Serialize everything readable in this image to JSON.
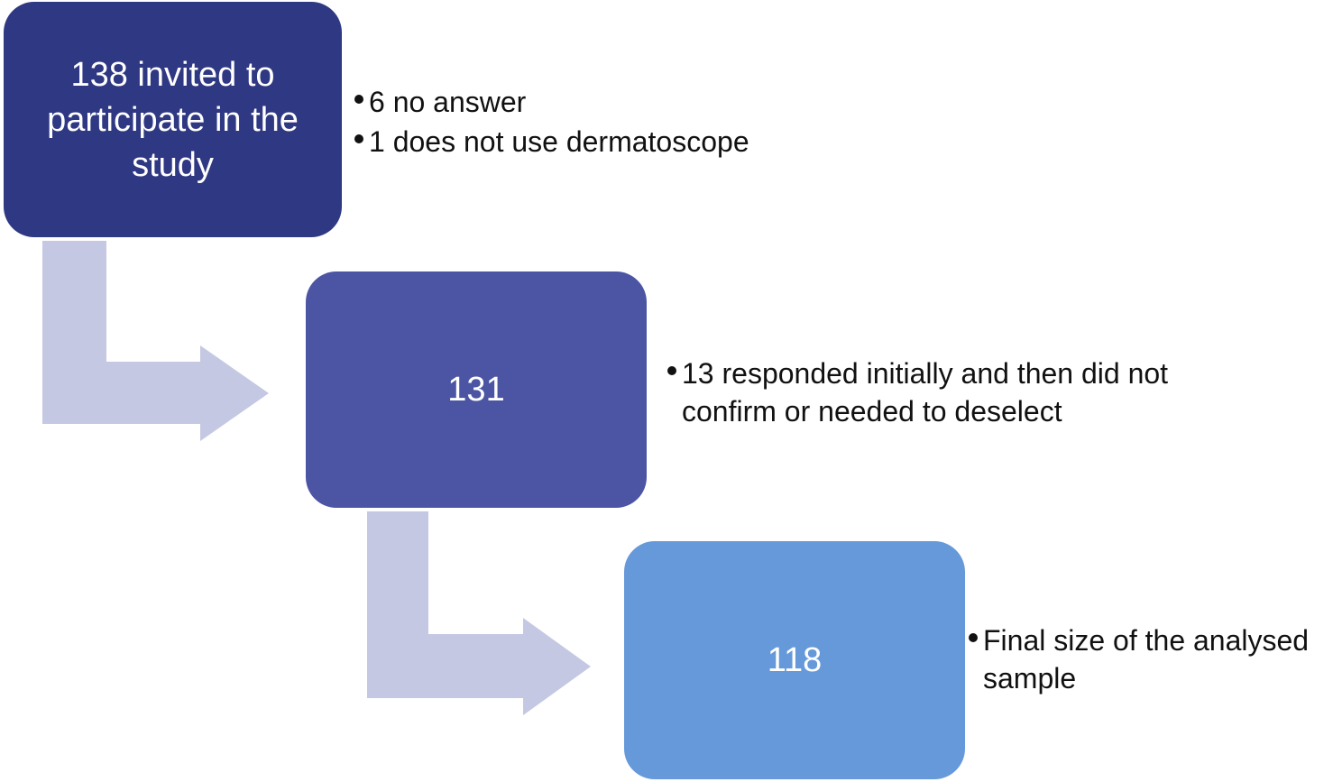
{
  "steps": [
    {
      "count_label": "138 invited to participate in the study",
      "notes": [
        "6 no answer",
        "1 does not use dermatoscope"
      ]
    },
    {
      "count_label": "131",
      "notes": [
        "13 responded initially and then did not confirm or needed to deselect"
      ]
    },
    {
      "count_label": "118",
      "notes": [
        "Final size of the analysed sample"
      ]
    }
  ],
  "colors": {
    "step1": "#2f3882",
    "step2": "#4b55a3",
    "step3": "#6699d9",
    "connector": "#c5c8e3"
  }
}
